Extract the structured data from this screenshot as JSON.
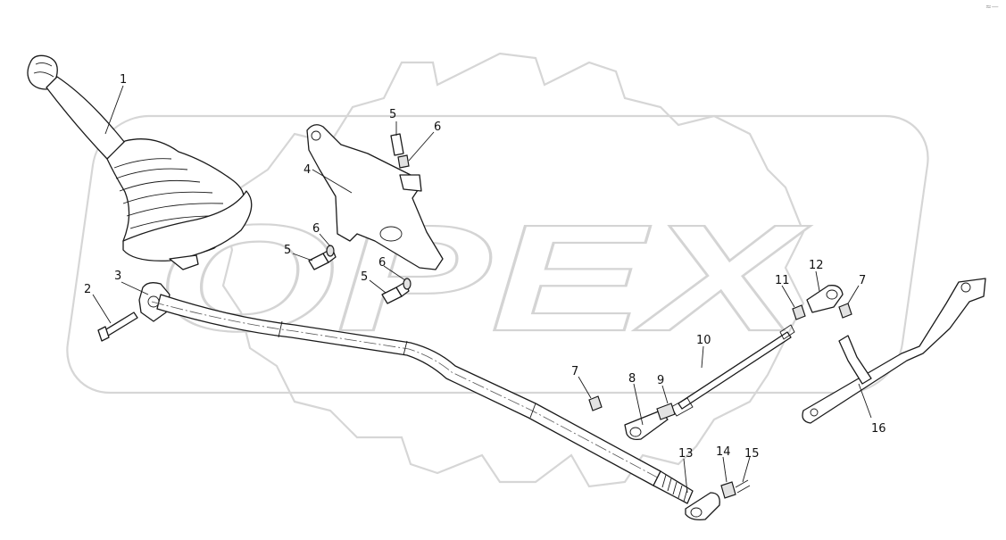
{
  "watermark": {
    "text": "OPEX",
    "kind": "logo-watermark"
  },
  "corner_mark": "≈—",
  "callouts": [
    {
      "id": "c1",
      "label": "1"
    },
    {
      "id": "c2",
      "label": "2"
    },
    {
      "id": "c3",
      "label": "3"
    },
    {
      "id": "c4",
      "label": "4"
    },
    {
      "id": "c5a",
      "label": "5"
    },
    {
      "id": "c5b",
      "label": "5"
    },
    {
      "id": "c5c",
      "label": "5"
    },
    {
      "id": "c6a",
      "label": "6"
    },
    {
      "id": "c6b",
      "label": "6"
    },
    {
      "id": "c6c",
      "label": "6"
    },
    {
      "id": "c7a",
      "label": "7"
    },
    {
      "id": "c7b",
      "label": "7"
    },
    {
      "id": "c8",
      "label": "8"
    },
    {
      "id": "c9",
      "label": "9"
    },
    {
      "id": "c10",
      "label": "10"
    },
    {
      "id": "c11",
      "label": "11"
    },
    {
      "id": "c12",
      "label": "12"
    },
    {
      "id": "c13",
      "label": "13"
    },
    {
      "id": "c14",
      "label": "14"
    },
    {
      "id": "c15",
      "label": "15"
    },
    {
      "id": "c16",
      "label": "16"
    }
  ]
}
